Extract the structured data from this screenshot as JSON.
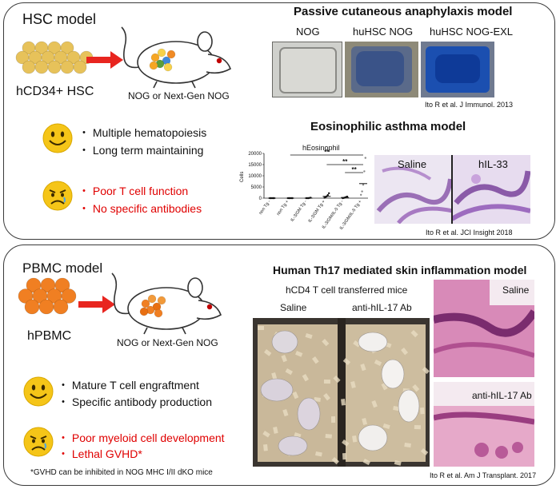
{
  "hsc": {
    "title": "HSC model",
    "cell_label": "hCD34+ HSC",
    "mouse_label": "NOG or Next-Gen NOG",
    "pros": [
      "・ Multiple hematopoiesis",
      "・ Long term maintaining"
    ],
    "cons": [
      "・ Poor T cell function",
      "・ No specific antibodies"
    ],
    "pca": {
      "title": "Passive cutaneous anaphylaxis model",
      "labels": [
        "NOG",
        "huHSC NOG",
        "huHSC NOG-EXL"
      ],
      "citation": "Ito R et al. J Immunol. 2013"
    },
    "asthma": {
      "title": "Eosinophilic asthma model",
      "chart_label": "hEosinophil",
      "ylabel": "Cells",
      "histo_labels": [
        "Saline",
        "hIL-33"
      ],
      "citation": "Ito R et al. JCI Insight 2018",
      "sig": [
        "**",
        "**",
        "**"
      ]
    }
  },
  "pbmc": {
    "title": "PBMC model",
    "cell_label": "hPBMC",
    "mouse_label": "NOG or Next-Gen NOG",
    "pros": [
      "・ Mature T cell engraftment",
      "・ Specific antibody production"
    ],
    "cons": [
      "・ Poor myeloid cell development",
      "・ Lethal GVHD*"
    ],
    "footnote": "*GVHD can be inhibited in NOG MHC I/II dKO mice",
    "th17": {
      "title": "Human Th17 mediated skin inflammation model",
      "subtitle": "hCD4 T cell transferred mice",
      "labels": [
        "Saline",
        "anti-hIL-17 Ab"
      ],
      "histo_labels": [
        "Saline",
        "anti-hIL-17 Ab"
      ],
      "citation": "Ito R et al. Am J Transplant. 2017"
    }
  },
  "colors": {
    "red_text": "#e00000",
    "arrow": "#e8251f",
    "hsc_cell": "#e7c25a",
    "pbmc_cell": "#f07f22",
    "smiley": "#f5c518",
    "mouse_cells": [
      "#f6a623",
      "#f7d14a",
      "#3f88d8",
      "#5a9e3a",
      "#f08a24"
    ]
  },
  "chart_data": {
    "type": "scatter",
    "title": "hEosinophil",
    "ylabel": "Cells",
    "categories": [
      "non Tg -",
      "non Tg +",
      "IL-3/GM Tg -",
      "IL-3/GM Tg +",
      "IL-3/GM/IL-5 Tg -",
      "IL-3/GM/IL-5 Tg +"
    ],
    "yticks": [
      0,
      5000,
      10000,
      15000,
      20000
    ],
    "ylim": [
      0,
      20000
    ],
    "means": [
      0,
      0,
      0,
      800,
      300,
      6500
    ],
    "points": [
      [
        0,
        0,
        0,
        0,
        0
      ],
      [
        0,
        0,
        0,
        0,
        0
      ],
      [
        0,
        0,
        0,
        100,
        200
      ],
      [
        200,
        500,
        800,
        1400,
        2200
      ],
      [
        0,
        100,
        300,
        500,
        700
      ],
      [
        1500,
        3000,
        6000,
        12000,
        18000
      ]
    ],
    "significance": [
      "**",
      "**",
      "**"
    ]
  }
}
